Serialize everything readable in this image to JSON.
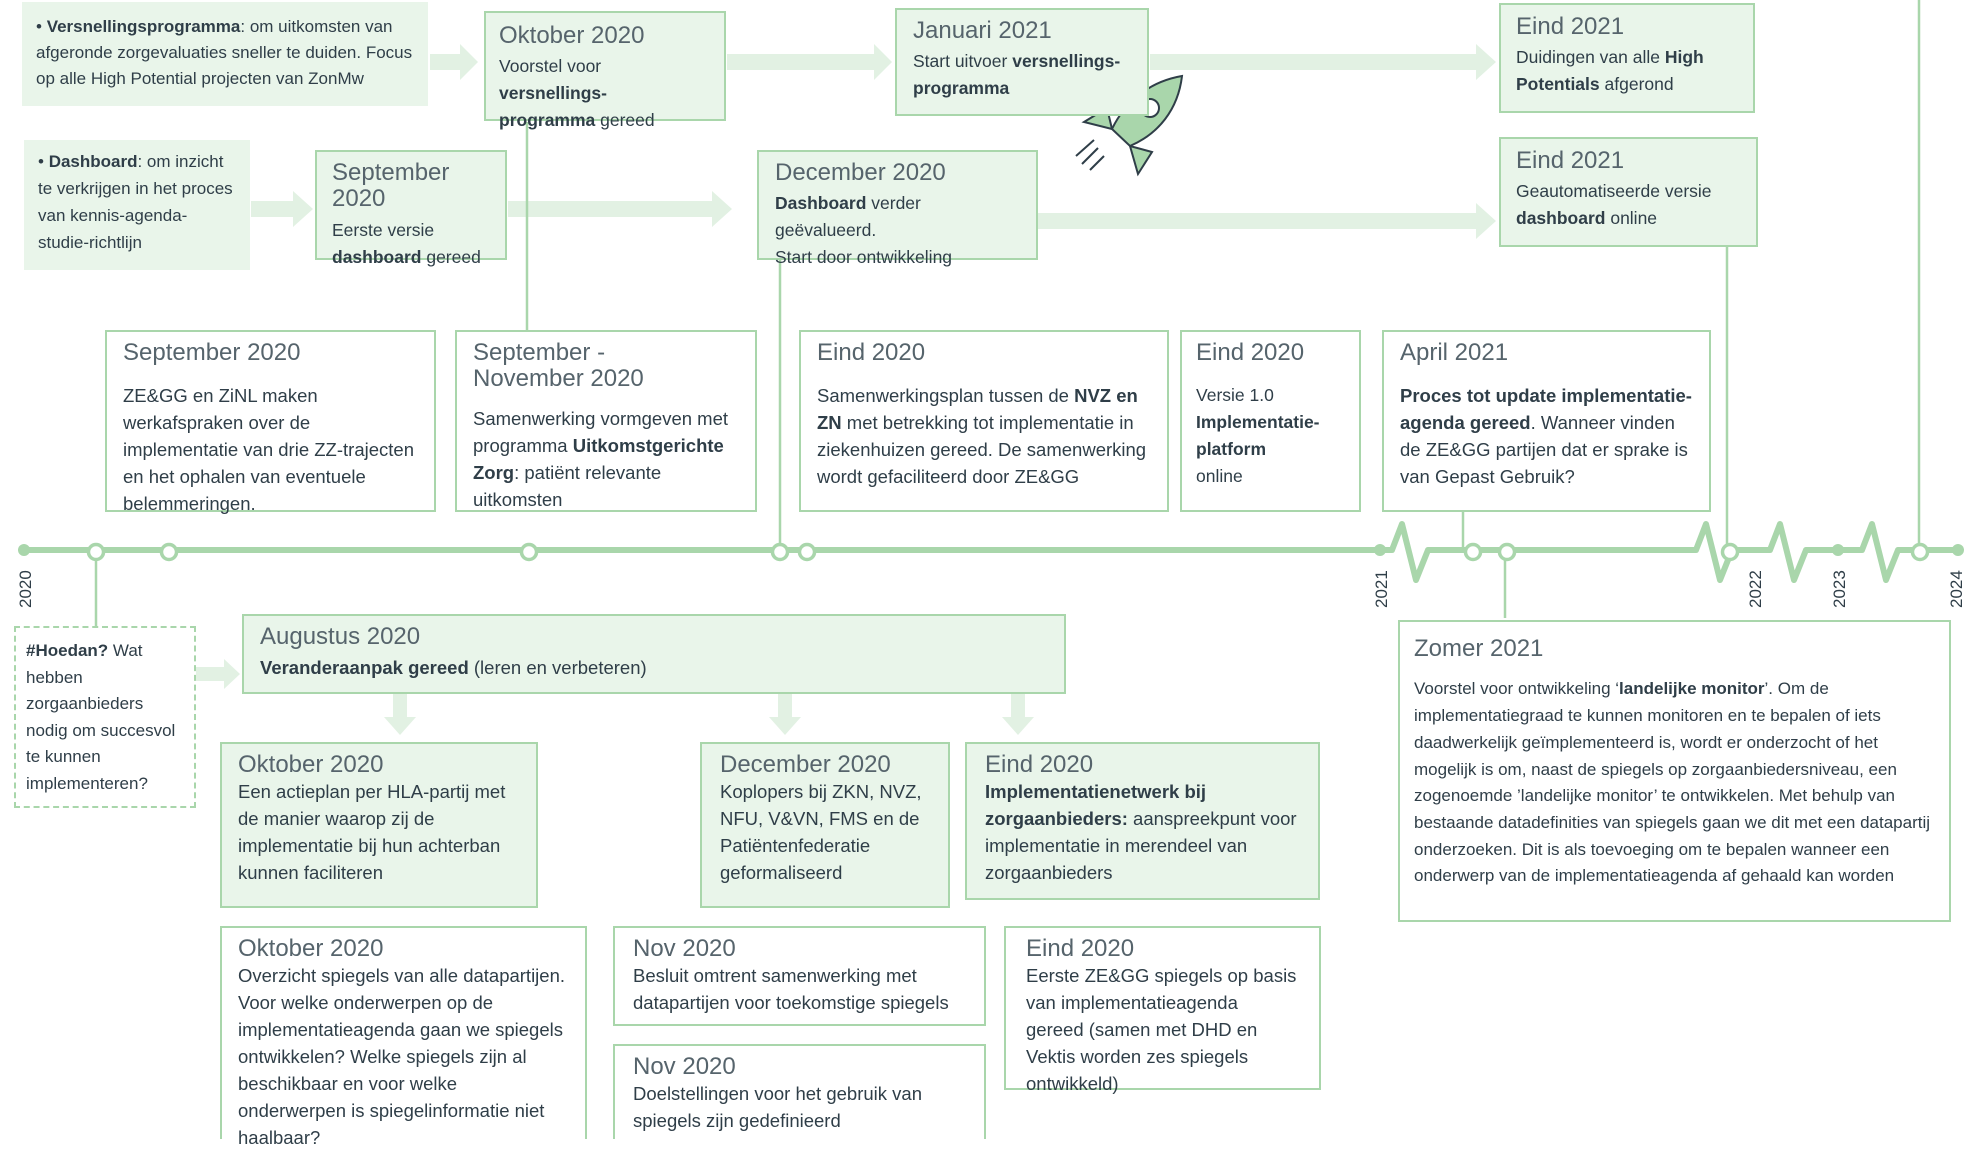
{
  "colors": {
    "accent": "#a9d6ab",
    "fill": "#e9f5ea",
    "text": "#2f3e48",
    "title": "#56646c"
  },
  "track_a": {
    "intro": {
      "lead": "Versnellingsprogramma",
      "rest": ": om uitkomsten van afgeronde zorgevaluaties sneller te duiden. Focus op alle High Potential projecten van ZonMw"
    },
    "oct": {
      "title": "Oktober 2020",
      "pre": "Voorstel voor ",
      "bold": "versnellings-\nprogramma",
      "post": " gereed"
    },
    "jan": {
      "title": "Januari 2021",
      "pre": "Start uitvoer ",
      "bold": "versnellings-\nprogramma",
      "post": ""
    },
    "end": {
      "title": "Eind 2021",
      "pre": "Duidingen van alle ",
      "bold": "High Potentials",
      "post": " afgerond"
    }
  },
  "track_b": {
    "intro": {
      "lead": "Dashboard",
      "rest": ": om inzicht te verkrijgen in het proces van kennis-agenda- studie-richtlijn"
    },
    "sep": {
      "title": "September 2020",
      "pre": "Eerste versie\n",
      "bold": "dashboard",
      "post": " gereed"
    },
    "dec": {
      "title": "December 2020",
      "bold": "Dashboard",
      "post": " verder geëvalueerd.\nStart door ontwikkeling"
    },
    "end": {
      "title": "Eind 2021",
      "pre": "Geautomatiseerde versie\n",
      "bold": "dashboard",
      "post": " online"
    }
  },
  "upper_boxes": {
    "sep2020": {
      "title": "September 2020",
      "body": "ZE&GG en ZiNL maken werkafspraken over de implementatie van drie ZZ-trajecten en het ophalen van eventuele belemmeringen."
    },
    "sepnov": {
      "title": "September -\nNovember 2020",
      "pre": "Samenwerking vormgeven met programma ",
      "bold": "Uitkomstgerichte Zorg",
      "post": ": patiënt relevante uitkomsten"
    },
    "end2020a": {
      "title": "Eind 2020",
      "pre": "Samenwerkingsplan tussen de ",
      "bold": "NVZ en ZN",
      "post": " met betrekking tot implementatie in ziekenhuizen gereed. De samenwerking wordt gefaciliteerd door ZE&GG"
    },
    "end2020b": {
      "title": "Eind 2020",
      "pre": "Versie 1.0\n",
      "bold": "Implementatie-\nplatform",
      "post": "\nonline"
    },
    "apr2021": {
      "title": "April 2021",
      "bold": "Proces tot update implementatie-agenda gereed",
      "post": ". Wanneer vinden de ZE&GG partijen dat er sprake is van Gepast Gebruik?"
    }
  },
  "timeline": {
    "years": [
      "2020",
      "2021",
      "2022",
      "2023",
      "2024"
    ]
  },
  "hoedan": {
    "lead": "#Hoedan?",
    "rest": "Wat hebben zorgaanbieders nodig om succesvol te kunnen implementeren?"
  },
  "aug": {
    "title": "Augustus 2020",
    "bold": "Veranderaanpak gereed",
    "post": " (leren en verbeteren)"
  },
  "lower_boxes": {
    "oct_a": {
      "title": "Oktober 2020",
      "body": "Een actieplan per HLA-partij met de manier waarop zij de implementatie bij hun achterban kunnen faciliteren"
    },
    "dec": {
      "title": "December 2020",
      "body": "Koplopers bij ZKN, NVZ, NFU, V&VN, FMS en de Patiëntenfederatie geformaliseerd"
    },
    "end_a": {
      "title": "Eind 2020",
      "bold": "Implementatienetwerk bij zorgaanbieders:",
      "post": " aanspreekpunt voor implementatie in merendeel van zorgaanbieders"
    },
    "oct_b": {
      "title": "Oktober 2020",
      "body": "Overzicht spiegels van alle datapartijen. Voor welke onderwerpen op de implementatieagenda gaan we spiegels ontwikkelen? Welke spiegels zijn al beschikbaar en voor welke onderwerpen is spiegelinformatie niet haalbaar?"
    },
    "nov_a": {
      "title": "Nov 2020",
      "body": "Besluit omtrent samenwerking met datapartijen voor toekomstige spiegels"
    },
    "nov_b": {
      "title": "Nov 2020",
      "body": "Doelstellingen voor het gebruik van spiegels zijn gedefinieerd"
    },
    "end_b": {
      "title": "Eind 2020",
      "body": "Eerste ZE&GG spiegels op basis van implementatieagenda  gereed (samen met DHD en Vektis worden zes spiegels ontwikkeld)"
    }
  },
  "summer": {
    "title": "Zomer 2021",
    "pre": "Voorstel voor ontwikkeling ‘",
    "bold": "landelijke monitor",
    "post": "’. Om de implementatiegraad te kunnen monitoren en te bepalen of iets daadwerkelijk geïmplementeerd is, wordt er onderzocht of het mogelijk is om, naast de spiegels op zorgaanbiedersniveau, een zogenoemde ’landelijke monitor’ te ontwikkelen. Met behulp van bestaande datadefinities van spiegels gaan we dit met een datapartij onderzoeken. Dit is als toevoeging om te bepalen wanneer een onderwerp van de implementatieagenda af gehaald kan worden"
  }
}
